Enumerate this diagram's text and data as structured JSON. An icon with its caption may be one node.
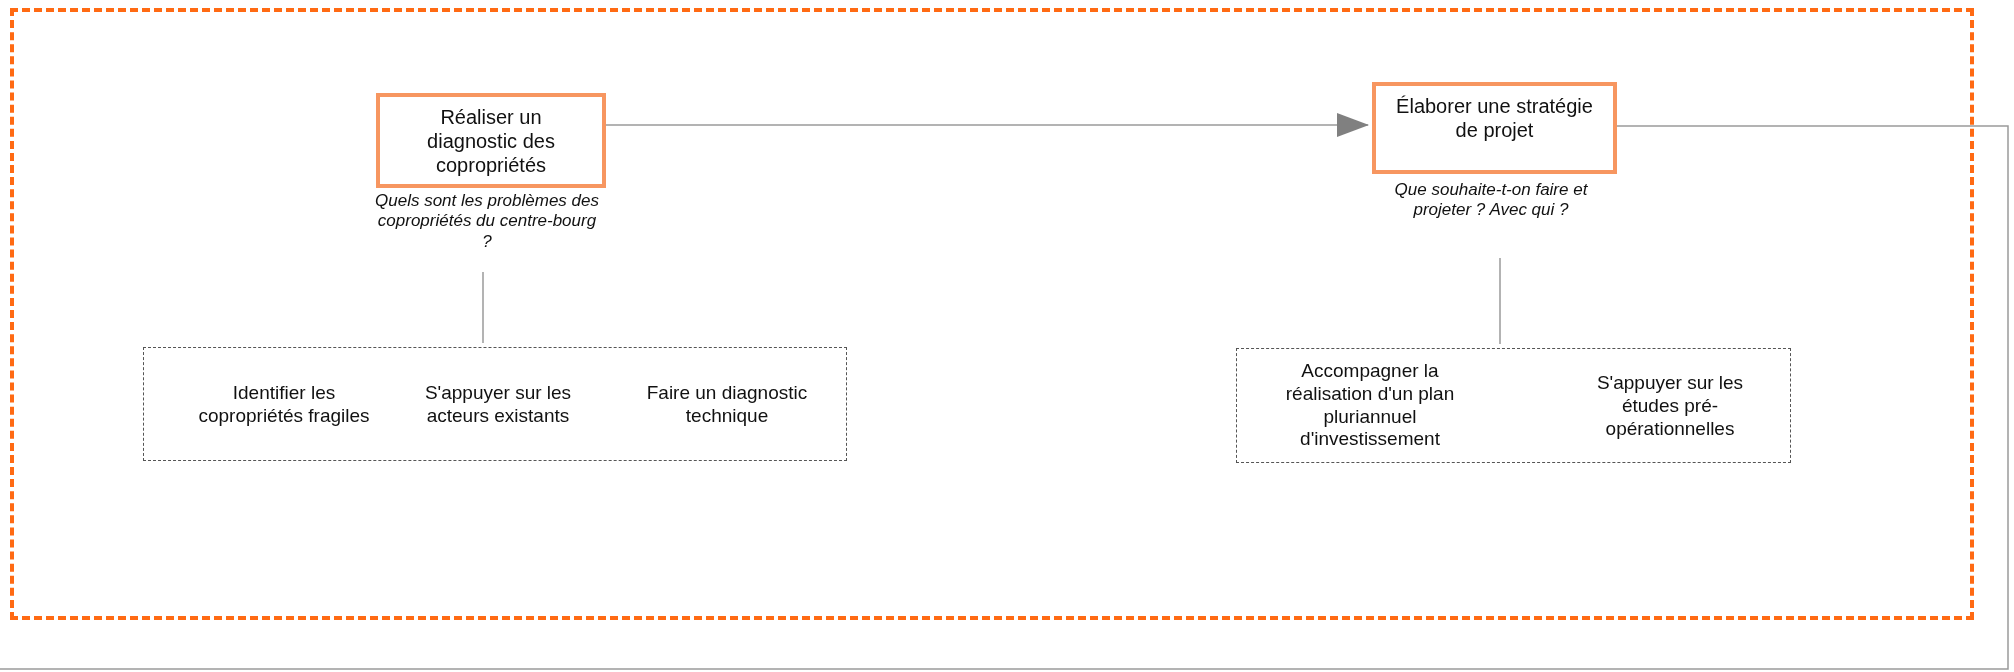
{
  "diagram": {
    "nodes": [
      {
        "text": [],
        "shape": "box"
      },
      {
        "text": [
          "Réaliser un diagnostic des copropriétés"
        ],
        "beside": [
          "Quels sont les problèmes des copropriétés du centre-bourg ?"
        ],
        "in": 0
      },
      {
        "text": [
          "Identifier les copropriétés fragiles",
          "S'appuyer sur les acteurs existants",
          "Faire un diagnostic technique"
        ],
        "in": 0
      },
      {
        "text": [
          "Élaborer une stratégie de projet"
        ],
        "beside": [
          "Que souhaite-t-on faire et projeter ? Avec qui ?"
        ],
        "in": 0
      },
      {
        "text": [
          "Accompagner la réalisation d'un plan pluriannuel d'investissement",
          "S'appuyer sur les études pré-opérationnelles"
        ],
        "in": 0
      }
    ],
    "edges": [
      {
        "from": 1,
        "to": 3,
        "arrow": "to"
      },
      {
        "from": 1,
        "to": 2,
        "arrow": "none"
      },
      {
        "from": 3,
        "to": 4,
        "arrow": "none"
      },
      {
        "from": 3,
        "to": null,
        "arrow": "none"
      }
    ]
  }
}
